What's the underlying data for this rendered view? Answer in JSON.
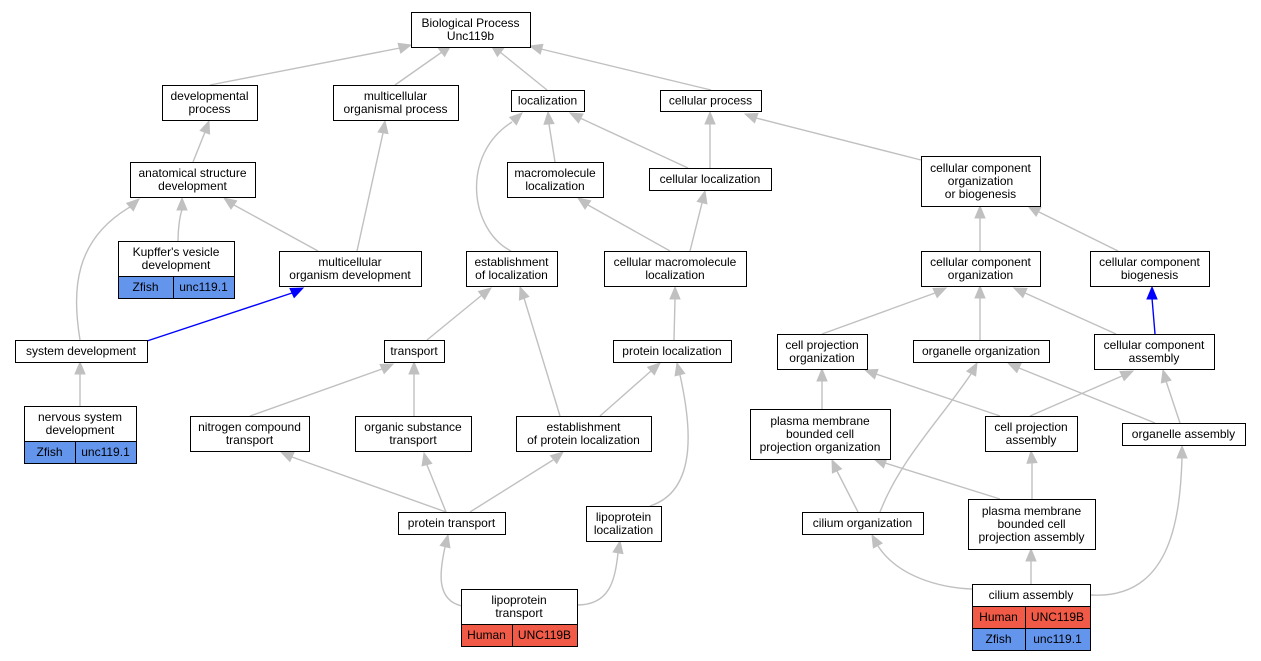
{
  "colors": {
    "human": "#f05a47",
    "zfish": "#6495ed",
    "edge_gray": "#c0c0c0",
    "edge_blue": "#0000ff"
  },
  "nodes": {
    "root": [
      "Biological Process",
      "Unc119b"
    ],
    "developmental_process": [
      "developmental",
      "process"
    ],
    "multicellular_organismal_process": [
      "multicellular",
      "organismal process"
    ],
    "localization": [
      "localization"
    ],
    "cellular_process": [
      "cellular process"
    ],
    "anatomical_structure_development": [
      "anatomical structure",
      "development"
    ],
    "macromolecule_localization": [
      "macromolecule",
      "localization"
    ],
    "cellular_localization": [
      "cellular localization"
    ],
    "ccob": [
      "cellular component",
      "organization",
      "or biogenesis"
    ],
    "kupffer": [
      "Kupffer's vesicle",
      "development"
    ],
    "multicellular_organism_development": [
      "multicellular",
      "organism development"
    ],
    "establishment_of_localization": [
      "establishment",
      "of localization"
    ],
    "cellular_macromolecule_localization": [
      "cellular macromolecule",
      "localization"
    ],
    "cc_organization": [
      "cellular component",
      "organization"
    ],
    "cc_biogenesis": [
      "cellular component",
      "biogenesis"
    ],
    "system_development": [
      "system development"
    ],
    "transport": [
      "transport"
    ],
    "protein_localization": [
      "protein localization"
    ],
    "cell_projection_organization": [
      "cell projection",
      "organization"
    ],
    "organelle_organization": [
      "organelle organization"
    ],
    "cc_assembly": [
      "cellular component",
      "assembly"
    ],
    "nervous_system_development": [
      "nervous system",
      "development"
    ],
    "nitrogen_compound_transport": [
      "nitrogen compound",
      "transport"
    ],
    "organic_substance_transport": [
      "organic substance",
      "transport"
    ],
    "establishment_of_protein_localization": [
      "establishment",
      "of protein localization"
    ],
    "pm_bounded_cell_projection_organization": [
      "plasma membrane",
      "bounded cell",
      "projection organization"
    ],
    "cell_projection_assembly": [
      "cell projection",
      "assembly"
    ],
    "organelle_assembly": [
      "organelle assembly"
    ],
    "protein_transport": [
      "protein transport"
    ],
    "lipoprotein_localization": [
      "lipoprotein",
      "localization"
    ],
    "cilium_organization": [
      "cilium organization"
    ],
    "pm_bounded_cell_projection_assembly": [
      "plasma membrane",
      "bounded cell",
      "projection assembly"
    ],
    "lipoprotein_transport": [
      "lipoprotein",
      "transport"
    ],
    "cilium_assembly": [
      "cilium assembly"
    ]
  },
  "annotations": {
    "kupffer": [
      {
        "species": "Zfish",
        "gene": "unc119.1",
        "color": "#6495ed"
      }
    ],
    "nervous_system_development": [
      {
        "species": "Zfish",
        "gene": "unc119.1",
        "color": "#6495ed"
      }
    ],
    "lipoprotein_transport": [
      {
        "species": "Human",
        "gene": "UNC119B",
        "color": "#f05a47"
      }
    ],
    "cilium_assembly": [
      {
        "species": "Human",
        "gene": "UNC119B",
        "color": "#f05a47"
      },
      {
        "species": "Zfish",
        "gene": "unc119.1",
        "color": "#6495ed"
      }
    ]
  }
}
